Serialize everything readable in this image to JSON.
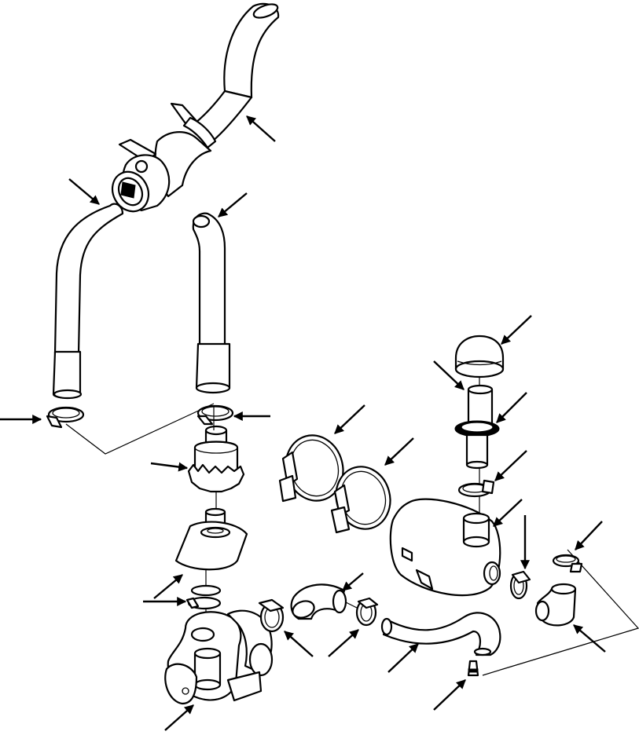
{
  "diagram": {
    "type": "exploded-parts-view",
    "line_color": "#000000",
    "background": "#ffffff",
    "parts": [
      {
        "key": "exhaust-outlet-pipe",
        "callout": true
      },
      {
        "key": "muffler",
        "callout": false
      },
      {
        "key": "exhaust-tube-left",
        "callout": true
      },
      {
        "key": "exhaust-tube-right",
        "callout": true
      },
      {
        "key": "pipe-clamp-left",
        "callout": true
      },
      {
        "key": "pipe-clamp-right",
        "callout": true
      },
      {
        "key": "exhaust-adapter",
        "callout": true
      },
      {
        "key": "exhaust-elbow",
        "callout": false
      },
      {
        "key": "turbo-clamps",
        "callout": true
      },
      {
        "key": "turbocharger",
        "callout": true
      },
      {
        "key": "intake-hose-clamp",
        "callout": true
      },
      {
        "key": "intake-hose-elbow",
        "callout": true
      },
      {
        "key": "hose-clamp-center",
        "callout": true
      },
      {
        "key": "intake-tube",
        "callout": true
      },
      {
        "key": "restriction-indicator",
        "callout": true
      },
      {
        "key": "mounting-band-upper",
        "callout": true
      },
      {
        "key": "mounting-band-lower",
        "callout": true
      },
      {
        "key": "precleaner-cap",
        "callout": true
      },
      {
        "key": "intake-stack",
        "callout": true
      },
      {
        "key": "seal-ring",
        "callout": true
      },
      {
        "key": "stack-clamp",
        "callout": true
      },
      {
        "key": "air-cleaner-housing",
        "callout": true
      },
      {
        "key": "outlet-clamp",
        "callout": true
      },
      {
        "key": "elbow-clamp",
        "callout": true
      },
      {
        "key": "rubber-elbow",
        "callout": true
      }
    ]
  }
}
